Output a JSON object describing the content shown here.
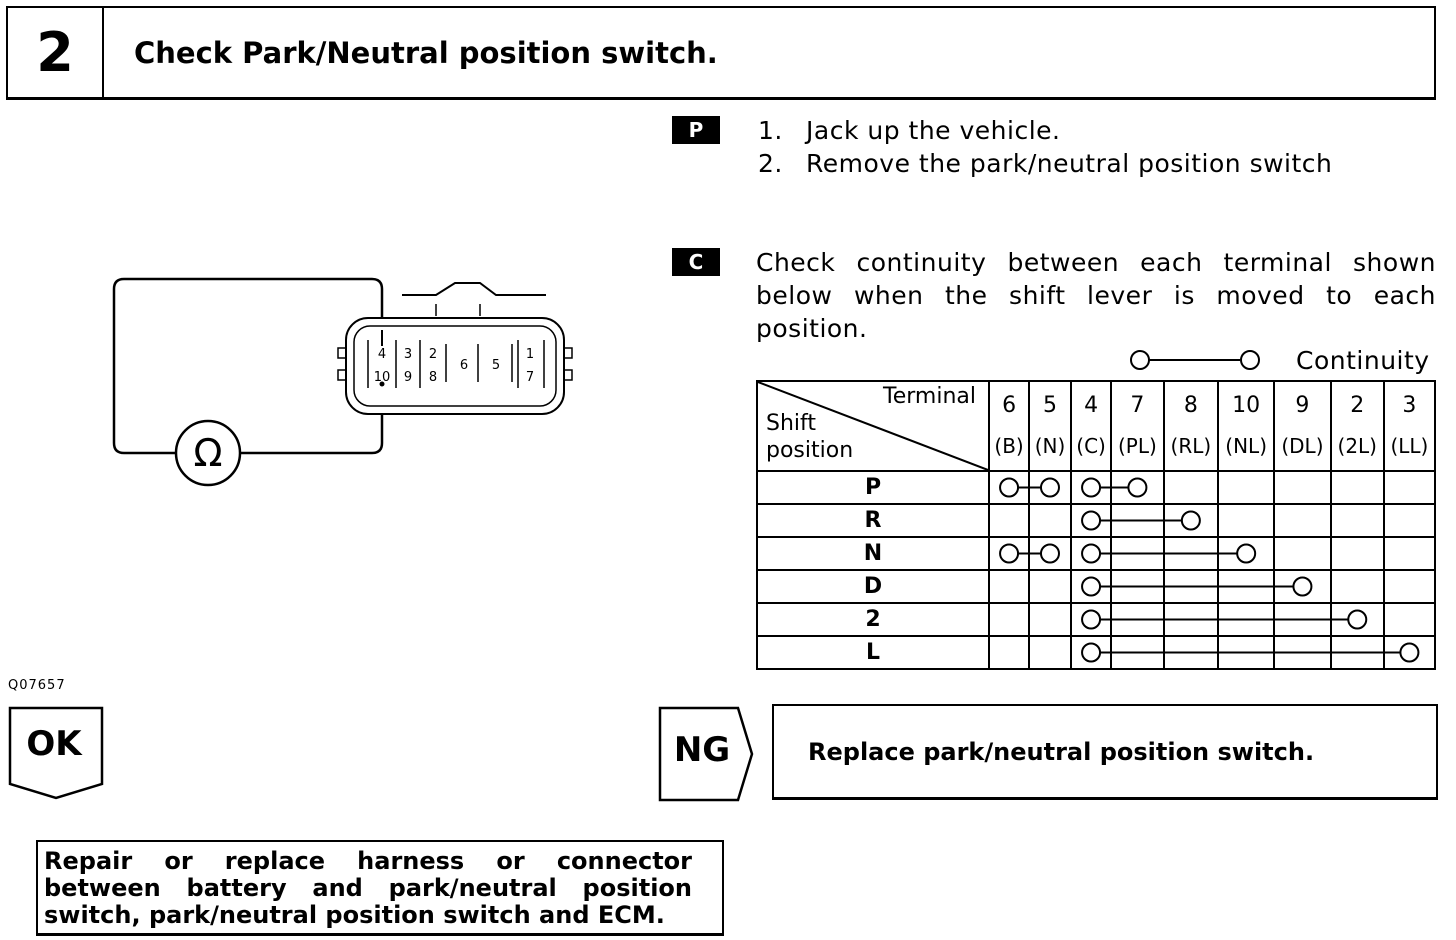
{
  "header": {
    "step_number": "2",
    "title": "Check Park/Neutral position switch."
  },
  "procedure": {
    "tag_p": "P",
    "steps": [
      {
        "num": "1.",
        "text": "Jack up the vehicle."
      },
      {
        "num": "2.",
        "text": "Remove the park/neutral position switch"
      }
    ],
    "tag_c": "C",
    "check_text": "Check continuity between each terminal shown below when the shift lever is moved to each position.",
    "legend_label": "Continuity"
  },
  "figure": {
    "id": "Q07657",
    "ohm_symbol": "Ω",
    "connector_pins_top": [
      "4",
      "3",
      "2",
      "6",
      "5",
      "1"
    ],
    "connector_pins_bottom": [
      "10",
      "9",
      "8",
      "7"
    ]
  },
  "table": {
    "header_terminal": "Terminal",
    "header_shift": "Shift",
    "header_position": "position",
    "columns": [
      {
        "num": "6",
        "label": "(B)"
      },
      {
        "num": "5",
        "label": "(N)"
      },
      {
        "num": "4",
        "label": "(C)"
      },
      {
        "num": "7",
        "label": "(PL)"
      },
      {
        "num": "8",
        "label": "(RL)"
      },
      {
        "num": "10",
        "label": "(NL)"
      },
      {
        "num": "9",
        "label": "(DL)"
      },
      {
        "num": "2",
        "label": "(2L)"
      },
      {
        "num": "3",
        "label": "(LL)"
      }
    ],
    "rows": [
      {
        "position": "P",
        "links": [
          [
            0,
            1
          ],
          [
            2,
            3
          ]
        ]
      },
      {
        "position": "R",
        "links": [
          [
            2,
            4
          ]
        ]
      },
      {
        "position": "N",
        "links": [
          [
            0,
            1
          ],
          [
            2,
            5
          ]
        ]
      },
      {
        "position": "D",
        "links": [
          [
            2,
            6
          ]
        ]
      },
      {
        "position": "2",
        "links": [
          [
            2,
            7
          ]
        ]
      },
      {
        "position": "L",
        "links": [
          [
            2,
            8
          ]
        ]
      }
    ]
  },
  "results": {
    "ok_label": "OK",
    "ng_label": "NG",
    "ng_action": "Replace park/neutral position switch.",
    "ok_action": "Repair or replace harness or connector between battery and park/neutral position switch, park/neutral position switch and ECM."
  }
}
